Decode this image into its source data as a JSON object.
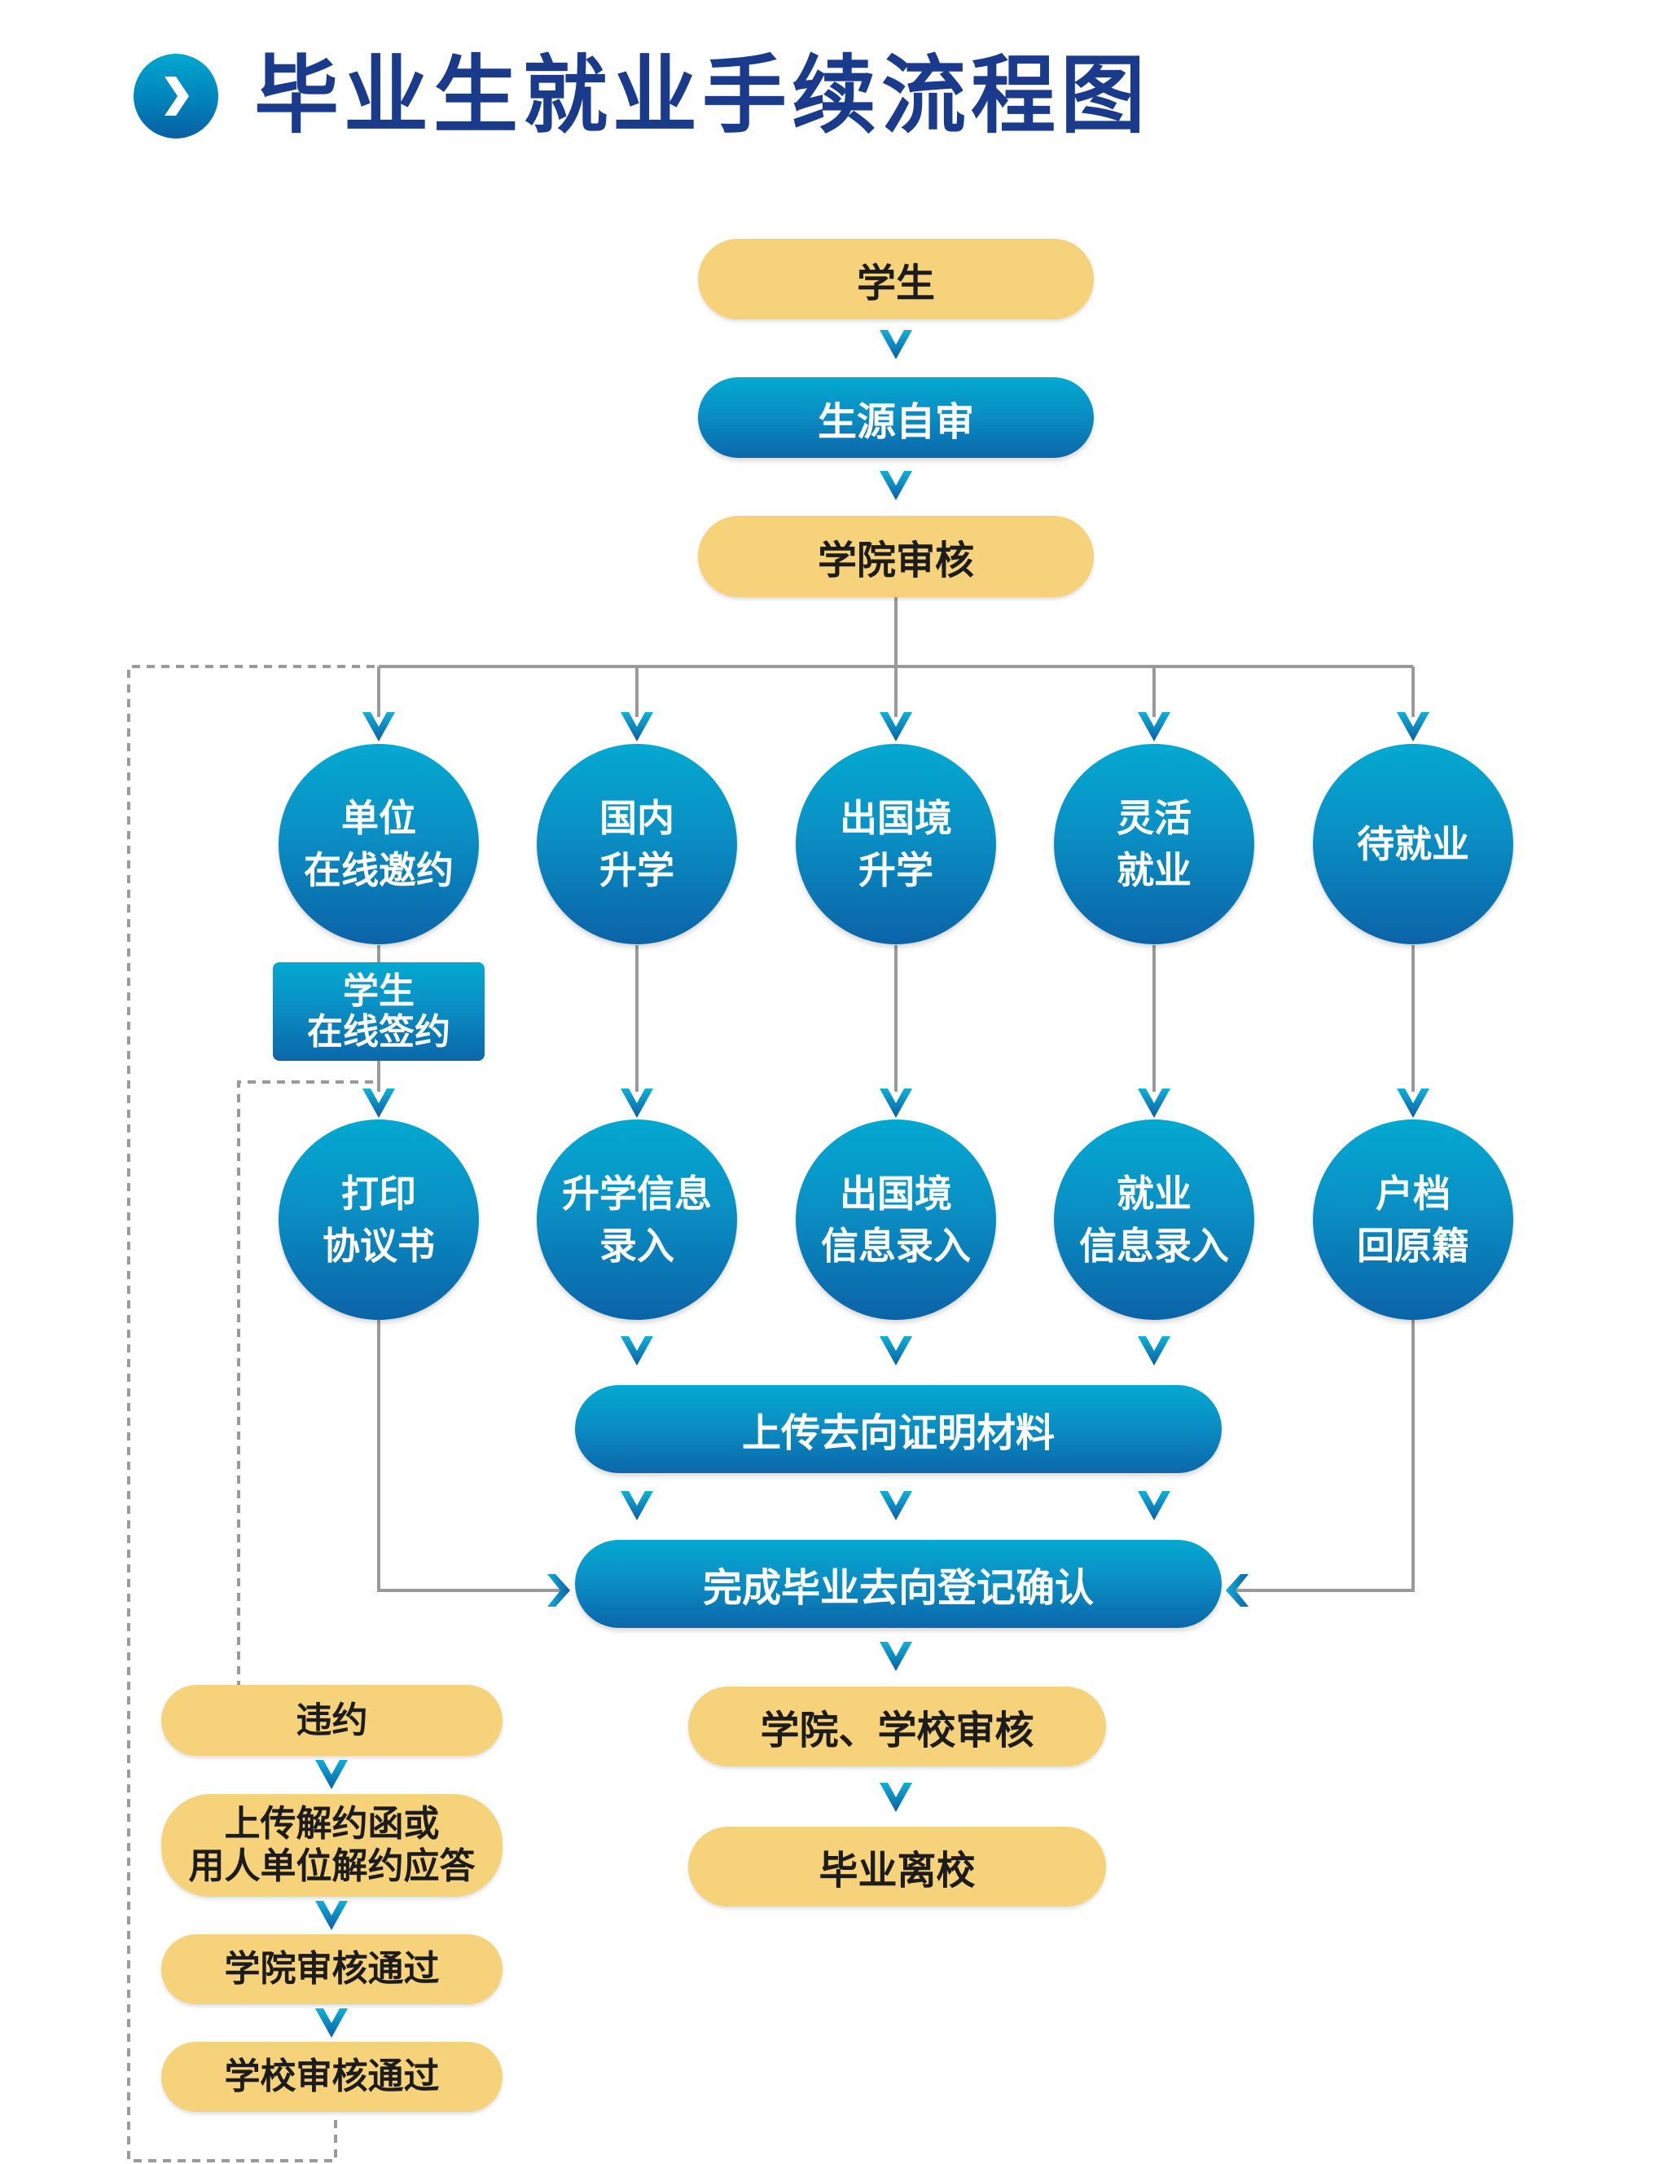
{
  "title": "毕业生就业手续流程图",
  "colors": {
    "title_text": "#1a3a8c",
    "yellow_node": "#f6d27a",
    "blue_node_top": "#03a9d1",
    "blue_node_bottom": "#0b63a8",
    "connector": "#9a9a9a",
    "arrow": "#0a7fc0"
  },
  "main_flow": {
    "student": "学生",
    "self_review": "生源自审",
    "college_review": "学院审核"
  },
  "branches": [
    {
      "id": "employer",
      "step1": [
        "单位",
        "在线邀约"
      ],
      "step1b": [
        "学生",
        "在线签约"
      ],
      "step2": [
        "打印",
        "协议书"
      ]
    },
    {
      "id": "domestic",
      "step1": [
        "国内",
        "升学"
      ],
      "step2": [
        "升学信息",
        "录入"
      ]
    },
    {
      "id": "abroad",
      "step1": [
        "出国境",
        "升学"
      ],
      "step2": [
        "出国境",
        "信息录入"
      ]
    },
    {
      "id": "flexible",
      "step1": [
        "灵活",
        "就业"
      ],
      "step2": [
        "就业",
        "信息录入"
      ]
    },
    {
      "id": "pending",
      "step1": [
        "待就业"
      ],
      "step2": [
        "户档",
        "回原籍"
      ]
    }
  ],
  "merge": {
    "upload": "上传去向证明材料",
    "confirm": "完成毕业去向登记确认",
    "final_review": "学院、学校审核",
    "leave": "毕业离校"
  },
  "breach_flow": {
    "breach": "违约",
    "upload_release": [
      "上传解约函或",
      "用人单位解约应答"
    ],
    "college_pass": "学院审核通过",
    "school_pass": "学校审核通过"
  }
}
